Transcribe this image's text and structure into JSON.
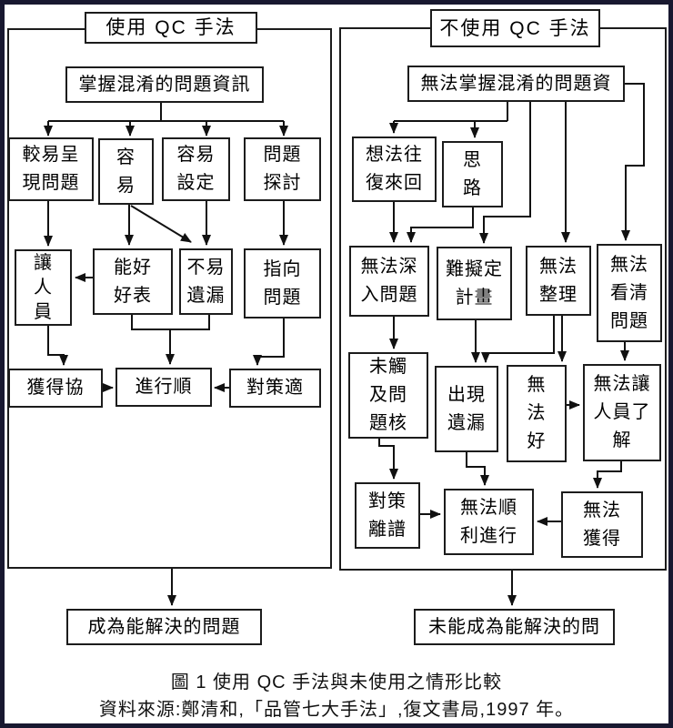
{
  "figure": {
    "caption_title": "圖 1  使用 QC 手法與未使用之情形比較",
    "caption_source": "資料來源:鄭清和,「品管七大手法」,復文書局,1997 年。"
  },
  "colors": {
    "frame_border": "#181830",
    "box_border": "#1c1c1c",
    "connector": "#111111",
    "background": "#ffffff",
    "text": "#000000"
  },
  "left": {
    "title": "使用 QC 手法",
    "root": "掌握混淆的問題資訊",
    "row1": {
      "b1": "較易呈\n現問題",
      "b2": "容\n易",
      "b3": "容易\n設定",
      "b4": "問題\n探討"
    },
    "row2": {
      "c1": "讓\n人\n員",
      "c2": "能好\n好表",
      "c3": "不易\n遺漏",
      "c4": "指向\n問題"
    },
    "row3": {
      "d1": "獲得協",
      "d2": "進行順",
      "d3": "對策適"
    },
    "result": "成為能解決的問題"
  },
  "right": {
    "title": "不使用 QC 手法",
    "root": "無法掌握混淆的問題資",
    "row1": {
      "b1": "想法往\n復來回",
      "b2": "思\n路"
    },
    "row2": {
      "c1": "無法深\n入問題",
      "c2": "難擬定\n計畫",
      "c3": "無法\n整理",
      "c4": "無法\n看清\n問題"
    },
    "row3": {
      "d1": "未觸\n及問\n題核",
      "d2": "出現\n遺漏",
      "d3": "無\n法\n好",
      "d4": "無法讓\n人員了\n解"
    },
    "row4": {
      "e1": "對策\n離譜",
      "e2": "無法順\n利進行",
      "e3": "無法\n獲得"
    },
    "result": "未能成為能解決的問"
  }
}
